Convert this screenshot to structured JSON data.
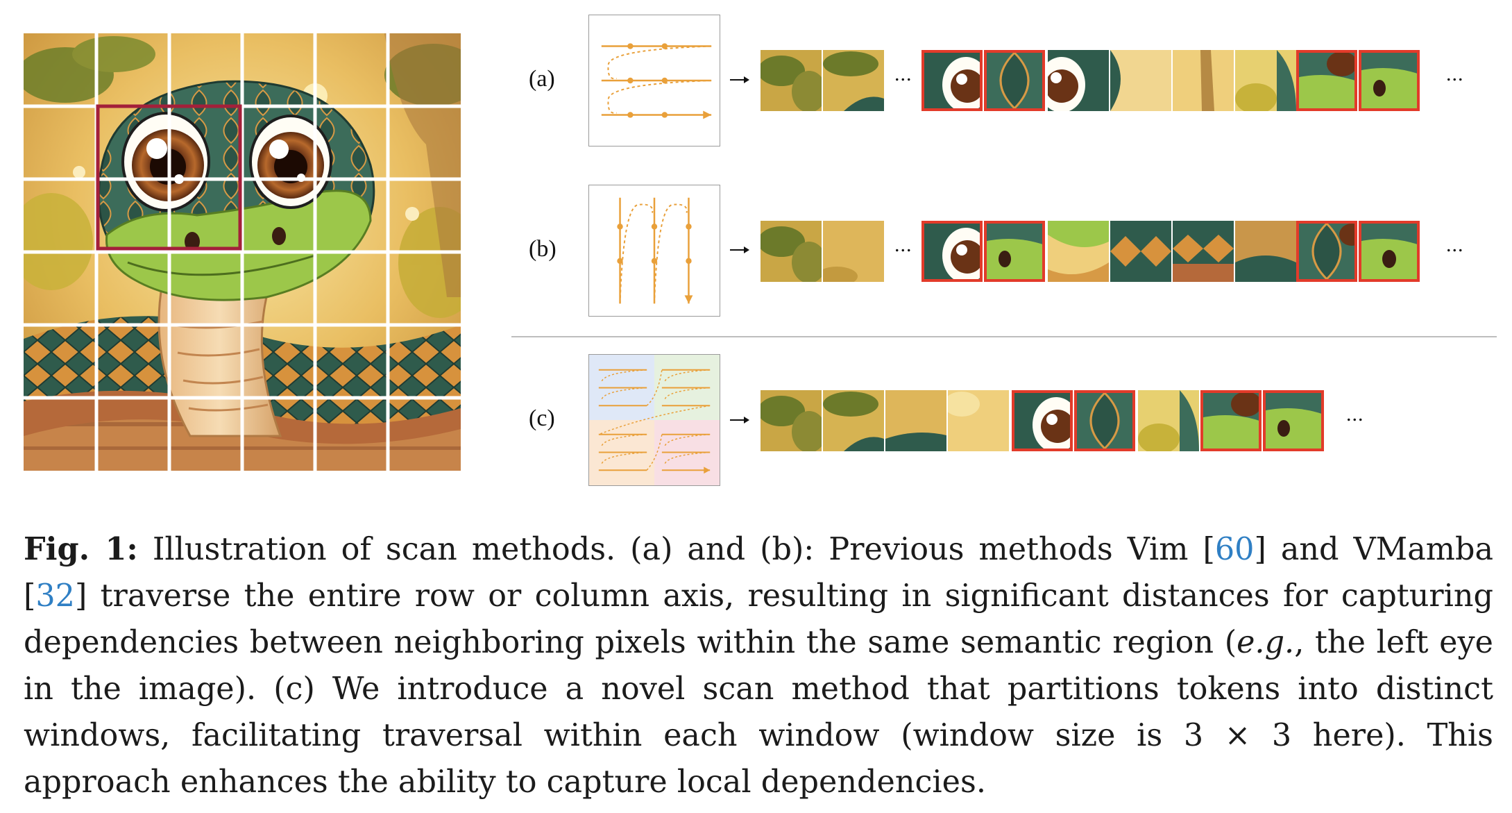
{
  "figure": {
    "rows": [
      {
        "id": "a",
        "label": "(a)",
        "ellipsis_mid": "...",
        "ellipsis_end": "..."
      },
      {
        "id": "b",
        "label": "(b)",
        "ellipsis_mid": "...",
        "ellipsis_end": "..."
      },
      {
        "id": "c",
        "label": "(c)",
        "ellipsis_end": "..."
      }
    ],
    "scan_window_size": "3 × 3",
    "colors": {
      "scan_arrow": "#e9a03a",
      "highlight": "#e23b2a",
      "window_outline": "#a3203a",
      "window_blue": "#dfe8f7",
      "window_green": "#e6f1df",
      "window_peach": "#fbe7d3",
      "window_pink": "#f8dfe4"
    }
  },
  "caption": {
    "fig_label": "Fig. 1:",
    "part1": " Illustration of scan methods. (a) and (b): Previous methods Vim ",
    "cite1_open": "[",
    "cite1": "60",
    "cite1_close": "]",
    "part2": " and VMamba ",
    "cite2_open": "[",
    "cite2": "32",
    "cite2_close": "]",
    "part3": " traverse the entire row or column axis, resulting in significant distances for capturing dependencies between neighboring pixels within the same semantic region (",
    "eg": "e.g.",
    "part4": ", the left eye in the image). (c) We introduce a novel scan method that partitions tokens into distinct windows, facilitating traversal within each window (window size is 3 × 3 here). This approach enhances the ability to capture local dependencies."
  }
}
